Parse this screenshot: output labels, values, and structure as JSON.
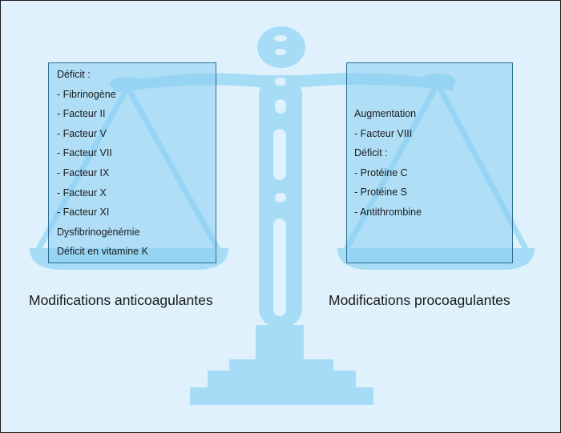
{
  "colors": {
    "background": "#dff1fc",
    "scale": "#a6dcf6",
    "scale_dark": "#7ccaf0",
    "panel_border": "#2f6f93"
  },
  "left_panel": {
    "items": [
      "Déficit :",
      "- Fibrinogène",
      "- Facteur II",
      "- Facteur V",
      "- Facteur VII",
      "- Facteur IX",
      "- Facteur X",
      "- Facteur XI",
      "Dysfibrinogènémie",
      "Déficit en vitamine K"
    ]
  },
  "right_panel": {
    "items": [
      "Augmentation",
      "- Facteur VIII",
      "Déficit :",
      "- Protéine C",
      "- Protéine S",
      "- Antithrombine"
    ]
  },
  "captions": {
    "left": "Modifications anticoagulantes",
    "right": "Modifications procoagulantes"
  },
  "icons": [
    "balance-scale-icon"
  ]
}
